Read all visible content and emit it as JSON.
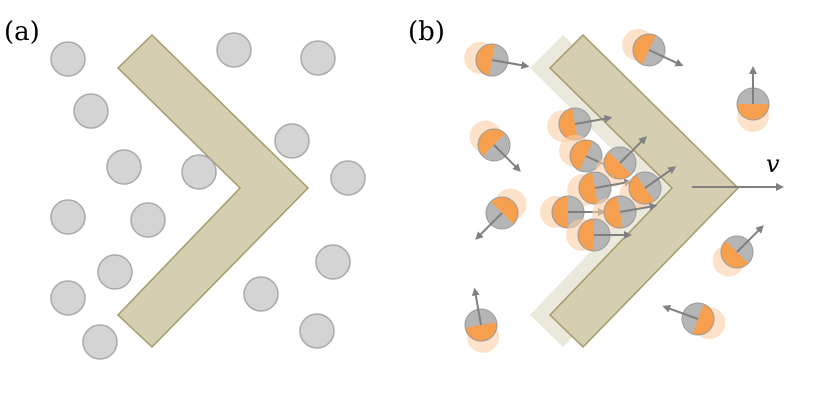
{
  "panels": [
    {
      "id": "a",
      "label": "(a)"
    },
    {
      "id": "b",
      "label": "(b)"
    }
  ],
  "velocity_label": "v",
  "colors": {
    "particle": "#d4d4d4",
    "particle_stroke": "#a9a9a9",
    "active": "#f6a04f",
    "active_light": "#fbcda3",
    "wedge": "#d6ceb0",
    "wedge_stroke": "#a59a6a",
    "wedge_ghost": "#ebe8dc",
    "arrow": "#808080"
  }
}
